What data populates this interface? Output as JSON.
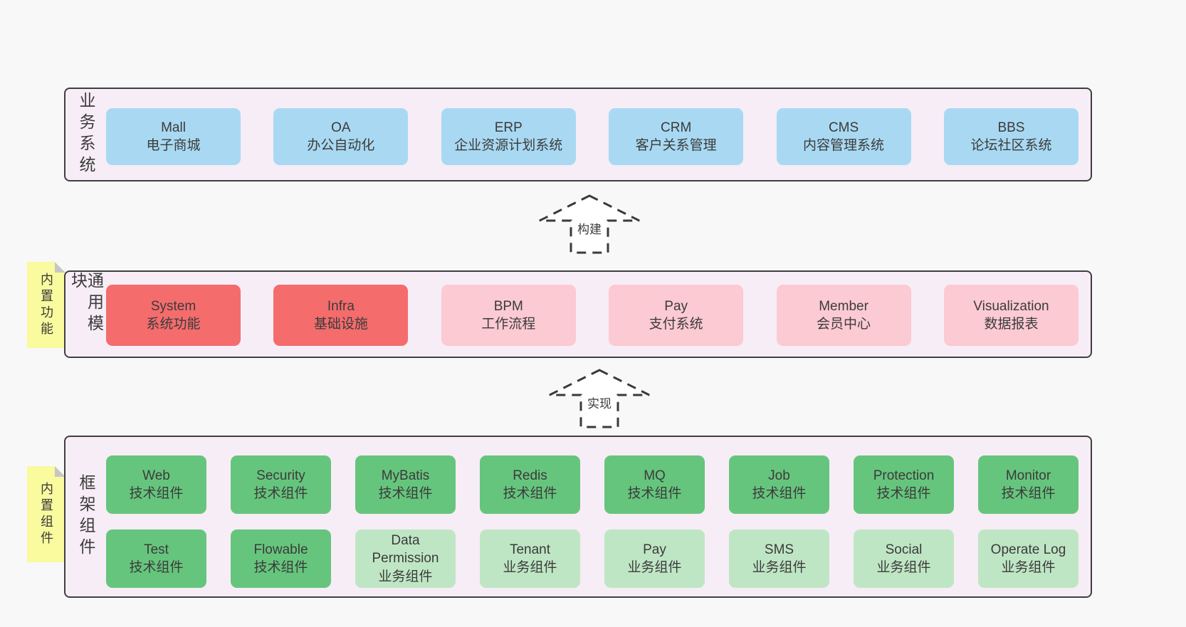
{
  "colors": {
    "bg": "#f8f8f8",
    "panel_bg": "#f7edf6",
    "panel_border": "#3f3f3f",
    "box_blue": "#a9d9f2",
    "box_red": "#f56c6c",
    "box_pink": "#fccad3",
    "box_green": "#66c57d",
    "box_lightgreen": "#bfe6c4",
    "tag_yellow": "#fafa9e",
    "tag_fold": "#c6c6c6",
    "text_dark": "#3b3b3b",
    "arrow_stroke": "#3a3a3a"
  },
  "arrows": [
    {
      "label": "构建"
    },
    {
      "label": "实现"
    }
  ],
  "layers": [
    {
      "id": "business-systems",
      "label": "业务系统",
      "boxes": [
        {
          "name": "Mall",
          "desc": "电子商城",
          "type": "blue"
        },
        {
          "name": "OA",
          "desc": "办公自动化",
          "type": "blue"
        },
        {
          "name": "ERP",
          "desc": "企业资源计划系统",
          "type": "blue"
        },
        {
          "name": "CRM",
          "desc": "客户关系管理",
          "type": "blue"
        },
        {
          "name": "CMS",
          "desc": "内容管理系统",
          "type": "blue"
        },
        {
          "name": "BBS",
          "desc": "论坛社区系统",
          "type": "blue"
        }
      ]
    },
    {
      "id": "common-modules",
      "label": "通用模块",
      "tag": "内置功能",
      "boxes": [
        {
          "name": "System",
          "desc": "系统功能",
          "type": "red"
        },
        {
          "name": "Infra",
          "desc": "基础设施",
          "type": "red"
        },
        {
          "name": "BPM",
          "desc": "工作流程",
          "type": "pink"
        },
        {
          "name": "Pay",
          "desc": "支付系统",
          "type": "pink"
        },
        {
          "name": "Member",
          "desc": "会员中心",
          "type": "pink"
        },
        {
          "name": "Visualization",
          "desc": "数据报表",
          "type": "pink"
        }
      ]
    },
    {
      "id": "framework-components",
      "label": "框架组件",
      "tag": "内置组件",
      "rows": [
        [
          {
            "name": "Web",
            "desc": "技术组件",
            "type": "green"
          },
          {
            "name": "Security",
            "desc": "技术组件",
            "type": "green"
          },
          {
            "name": "MyBatis",
            "desc": "技术组件",
            "type": "green"
          },
          {
            "name": "Redis",
            "desc": "技术组件",
            "type": "green"
          },
          {
            "name": "MQ",
            "desc": "技术组件",
            "type": "green"
          },
          {
            "name": "Job",
            "desc": "技术组件",
            "type": "green"
          },
          {
            "name": "Protection",
            "desc": "技术组件",
            "type": "green"
          },
          {
            "name": "Monitor",
            "desc": "技术组件",
            "type": "green"
          }
        ],
        [
          {
            "name": "Test",
            "desc": "技术组件",
            "type": "green"
          },
          {
            "name": "Flowable",
            "desc": "技术组件",
            "type": "green"
          },
          {
            "name": "Data Permission",
            "desc": "业务组件",
            "type": "lightgreen"
          },
          {
            "name": "Tenant",
            "desc": "业务组件",
            "type": "lightgreen"
          },
          {
            "name": "Pay",
            "desc": "业务组件",
            "type": "lightgreen"
          },
          {
            "name": "SMS",
            "desc": "业务组件",
            "type": "lightgreen"
          },
          {
            "name": "Social",
            "desc": "业务组件",
            "type": "lightgreen"
          },
          {
            "name": "Operate Log",
            "desc": "业务组件",
            "type": "lightgreen"
          }
        ]
      ]
    }
  ]
}
